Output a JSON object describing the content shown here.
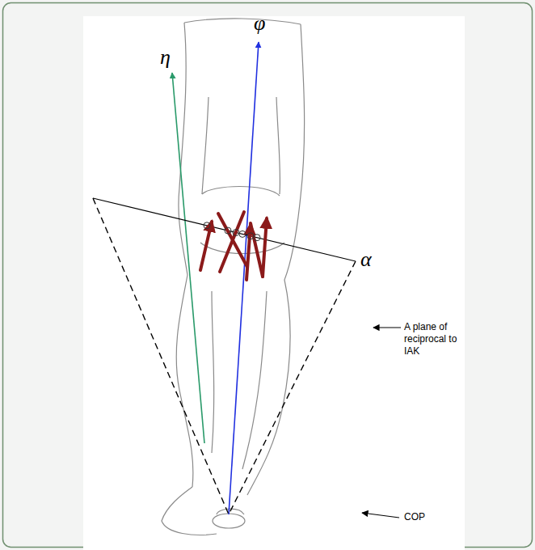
{
  "diagram": {
    "labels": [
      "η",
      "φ",
      "α",
      "A plane of reciprocal to IAK",
      "COP"
    ]
  }
}
